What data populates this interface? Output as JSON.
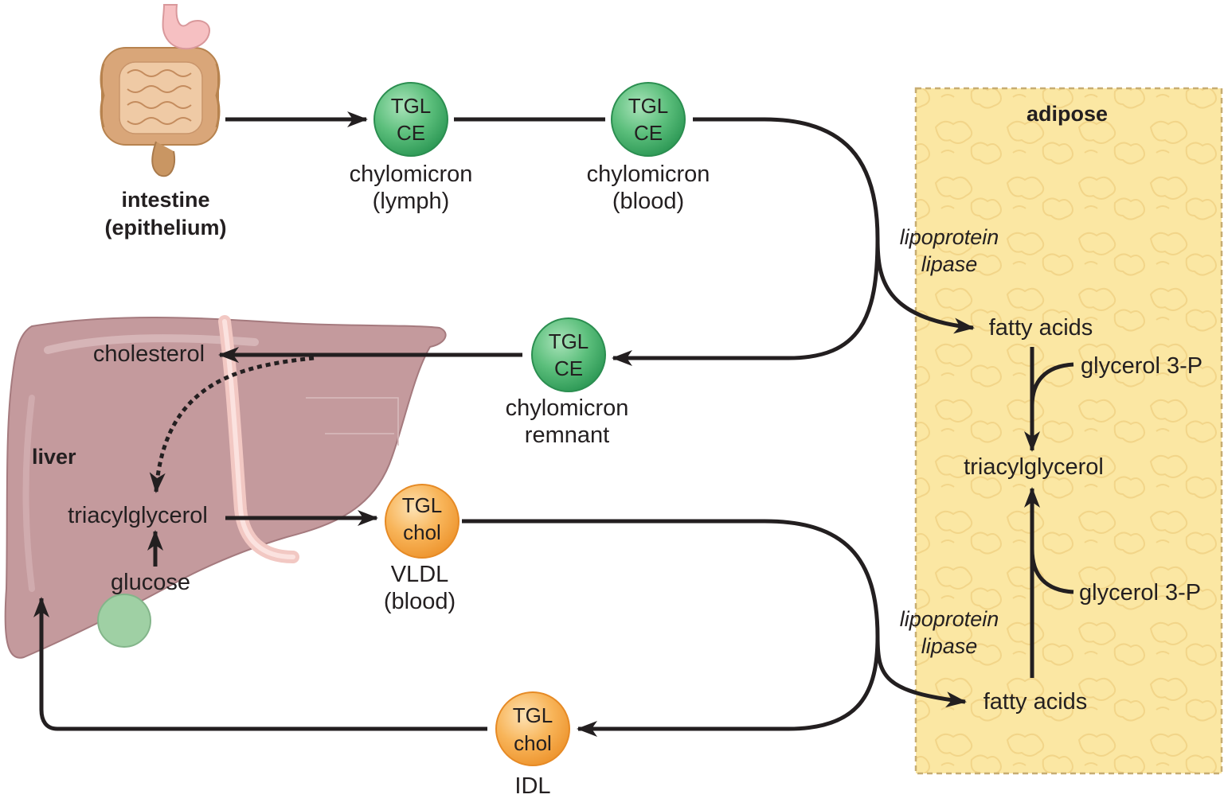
{
  "colors": {
    "chylomicron": "#5cbf7c",
    "lipoprotein_orange": "#f8b55a",
    "liver": "#c49a9d",
    "adipose": "#fbe7a3",
    "arrow": "#231f20"
  },
  "icons": {
    "intestine": "intestine-icon",
    "liver": "liver-icon",
    "adipose": "adipose-tissue-pattern"
  },
  "intestine": {
    "line1": "intestine",
    "line2": "(epithelium)"
  },
  "chylomicron_lymph": {
    "line1": "TGL",
    "line2": "CE",
    "label1": "chylomicron",
    "label2": "(lymph)"
  },
  "chylomicron_blood": {
    "line1": "TGL",
    "line2": "CE",
    "label1": "chylomicron",
    "label2": "(blood)"
  },
  "chylomicron_remnant": {
    "line1": "TGL",
    "line2": "CE",
    "label1": "chylomicron",
    "label2": "remnant"
  },
  "vldl": {
    "line1": "TGL",
    "line2": "chol",
    "label1": "VLDL",
    "label2": "(blood)"
  },
  "idl": {
    "line1": "TGL",
    "line2": "chol",
    "label1": "IDL"
  },
  "liver": {
    "title": "liver",
    "cholesterol": "cholesterol",
    "triacylglycerol": "triacylglycerol",
    "glucose": "glucose"
  },
  "adipose": {
    "title": "adipose",
    "fatty_acids_top": "fatty acids",
    "glycerol_top": "glycerol 3-P",
    "triacylglycerol": "triacylglycerol",
    "glycerol_bottom": "glycerol 3-P",
    "fatty_acids_bottom": "fatty acids"
  },
  "enzyme_top": {
    "line1": "lipoprotein",
    "line2": "lipase"
  },
  "enzyme_bottom": {
    "line1": "lipoprotein",
    "line2": "lipase"
  }
}
